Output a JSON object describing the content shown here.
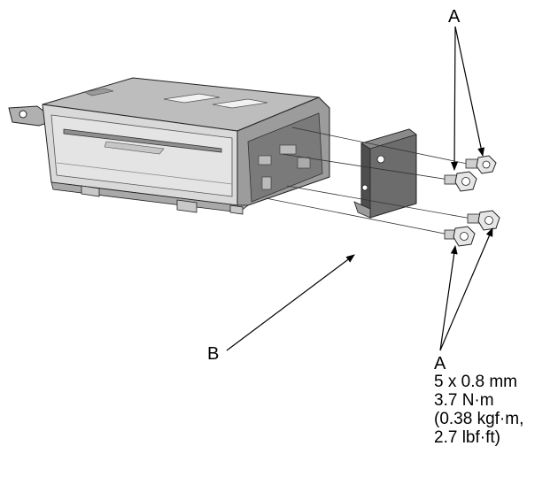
{
  "callouts": {
    "a_top": "A",
    "b": "B",
    "a_bottom": "A"
  },
  "spec": {
    "size": "5 x 0.8 mm",
    "torque_nm": "3.7 N·m",
    "torque_kgf": "(0.38 kgf·m,",
    "torque_lbf": "2.7 lbf·ft)"
  },
  "colors": {
    "line": "#000000",
    "unit_top": "#b9b9b9",
    "unit_front": "#d6d6d6",
    "unit_side": "#9a9a9a",
    "bracket": "#6a6a6a"
  }
}
